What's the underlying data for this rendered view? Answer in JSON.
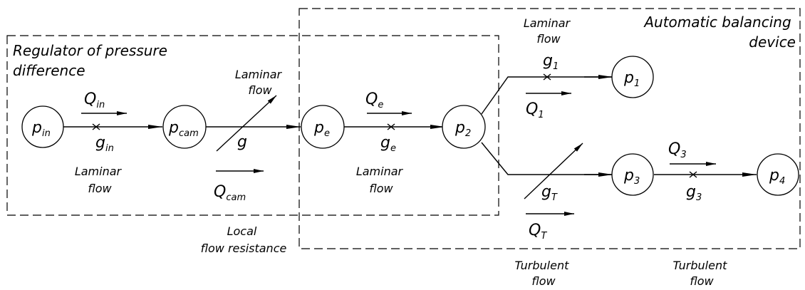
{
  "regions": {
    "regulator": [
      "Regulator of pressure",
      "difference"
    ],
    "balancing": [
      "Automatic balancing",
      "device"
    ]
  },
  "nodes": {
    "p_in": {
      "base": "p",
      "sub": "in"
    },
    "p_cam": {
      "base": "p",
      "sub": "cam"
    },
    "p_e": {
      "base": "p",
      "sub": "e"
    },
    "p_2": {
      "base": "p",
      "sub": "2"
    },
    "p_1": {
      "base": "p",
      "sub": "1"
    },
    "p_3": {
      "base": "p",
      "sub": "3"
    },
    "p_4": {
      "base": "p",
      "sub": "4"
    }
  },
  "flows": {
    "Q_in": {
      "base": "Q",
      "sub": "in"
    },
    "Q_cam": {
      "base": "Q",
      "sub": "cam"
    },
    "Q_e": {
      "base": "Q",
      "sub": "e"
    },
    "Q_1": {
      "base": "Q",
      "sub": "1"
    },
    "Q_T": {
      "base": "Q",
      "sub": "T"
    },
    "Q_3": {
      "base": "Q",
      "sub": "3"
    }
  },
  "conductances": {
    "g_in": {
      "base": "g",
      "sub": "in"
    },
    "g": {
      "base": "g",
      "sub": ""
    },
    "g_e": {
      "base": "g",
      "sub": "e"
    },
    "g_1": {
      "base": "g",
      "sub": "1"
    },
    "g_T": {
      "base": "g",
      "sub": "T"
    },
    "g_3": {
      "base": "g",
      "sub": "3"
    }
  },
  "flow_labels": {
    "laminar_line1": "Laminar",
    "laminar_line2": "flow",
    "turbulent_line1": "Turbulent",
    "turbulent_line2": "flow",
    "local_line1": "Local",
    "local_line2": "flow resistance"
  }
}
